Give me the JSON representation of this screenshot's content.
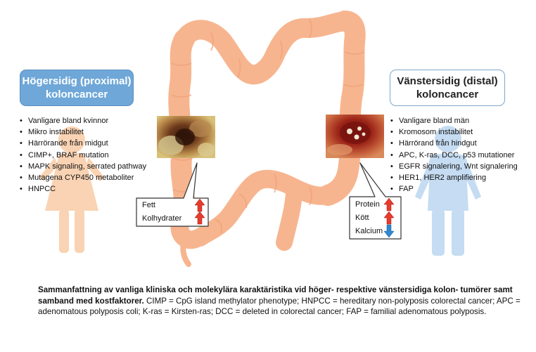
{
  "left_panel": {
    "title_line1": "Högersidig (proximal)",
    "title_line2": "koloncancer",
    "items": [
      "Vanligare bland kvinnor",
      "Mikro instabilitet",
      "Härrörande från midgut",
      "CIMP+, BRAF mutation",
      "MAPK signaling, serrated pathway",
      "Mutagena CYP450 metaboliter",
      "HNPCC"
    ],
    "figure_color": "#f9d3b3"
  },
  "right_panel": {
    "title_line1": "Vänstersidig (distal)",
    "title_line2": "koloncancer",
    "items": [
      "Vanligare bland män",
      "Kromosom instabilitet",
      "Härrörand från hindgut",
      "APC, K-ras, DCC, p53 mutationer",
      "EGFR signalering, Wnt signalering",
      "HER1, HER2 amplifiering",
      "FAP"
    ],
    "figure_color": "#c5dcf2"
  },
  "left_callout": {
    "factors": [
      {
        "label": "Fett",
        "arrow": "up"
      },
      {
        "label": "Kolhydrater",
        "arrow": "up"
      }
    ]
  },
  "right_callout": {
    "factors": [
      {
        "label": "Protein",
        "arrow": "up"
      },
      {
        "label": "Kött",
        "arrow": "up"
      },
      {
        "label": "Kalcium",
        "arrow": "down"
      }
    ]
  },
  "colors": {
    "colon": "#f7b58f",
    "left_box": "#6ea7d8",
    "right_box_border": "#7ea6c9",
    "arrow_up": "#e63b2e",
    "arrow_down": "#2f88d0"
  },
  "caption": {
    "bold": "Sammanfattning av vanliga kliniska och molekylära karaktäristika vid höger- respektive vänstersidiga kolon- tumörer samt samband med kostfaktorer.",
    "normal": " CIMP = CpG island methylator phenotype; HNPCC = hereditary non-polyposis colorectal cancer; APC = adenomatous polyposis coli; K-ras = Kirsten-ras; DCC = deleted in colorectal cancer; FAP = familial adenomatous polyposis."
  }
}
